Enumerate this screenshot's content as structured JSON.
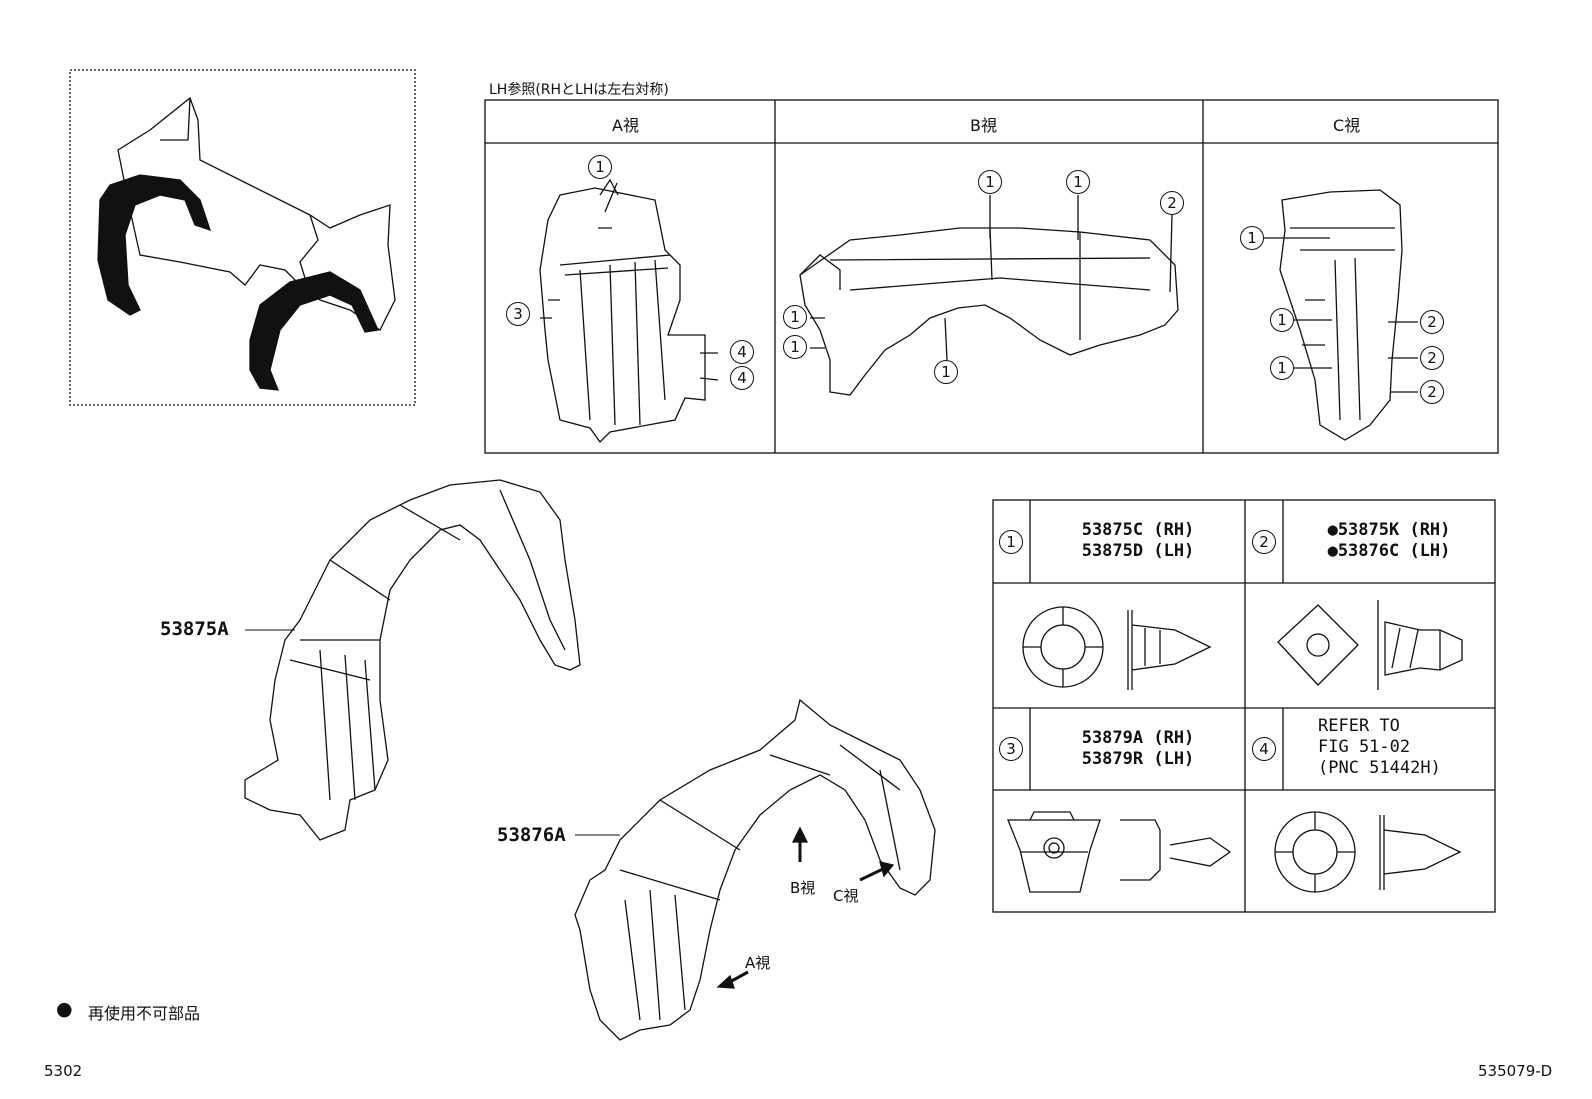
{
  "note_top": "LH参照(RHとLHは左右対称)",
  "views": {
    "a": "A視",
    "b": "B視",
    "c": "C視"
  },
  "markers": {
    "m1": "1",
    "m2": "2",
    "m3": "3",
    "m4": "4"
  },
  "parts": {
    "front": "53875A",
    "rear": "53876A"
  },
  "arrow_labels": {
    "a": "A視",
    "b": "B視",
    "c": "C視"
  },
  "table": {
    "r1": "53875C (RH)\n53875D (LH)",
    "r2a": "●53875K (RH)",
    "r2b": "●53876C (LH)",
    "r3": "53879A (RH)\n53879R (LH)",
    "r4": "REFER TO\nFIG 51-02\n(PNC 51442H)"
  },
  "legend": {
    "bullet": "●",
    "text": "再使用不可部品"
  },
  "footer": {
    "left": "5302",
    "right": "535079-D"
  }
}
